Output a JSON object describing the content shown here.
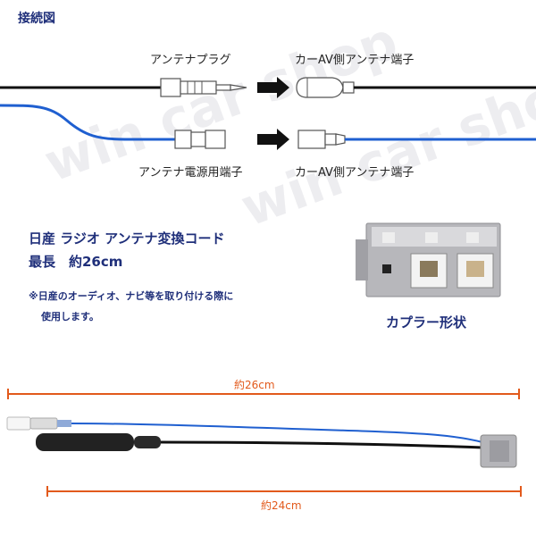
{
  "header": {
    "title": "接続図"
  },
  "watermark": {
    "text": "win car shop"
  },
  "connection": {
    "antenna_plug_label": "アンテナプラグ",
    "car_av_antenna_terminal_label": "カーAV側アンテナ端子",
    "antenna_power_terminal_label": "アンテナ電源用端子",
    "car_av_antenna_terminal_label_2": "カーAV側アンテナ端子"
  },
  "product": {
    "title": "日産 ラジオ アンテナ変換コード",
    "length_label": "最長　約26cm",
    "note_line1": "※日産のオーディオ、ナビ等を取り付ける際に",
    "note_line2": "使用します。"
  },
  "coupler": {
    "label": "カプラー形状"
  },
  "dimensions": {
    "top_length": "約26cm",
    "bottom_length": "約24cm"
  },
  "colors": {
    "cable_black": "#111111",
    "cable_blue": "#1f5fd0",
    "title_navy": "#1f2f7a",
    "measure_orange": "#e25a1c",
    "coupler_gray": "#a9a9ad"
  }
}
